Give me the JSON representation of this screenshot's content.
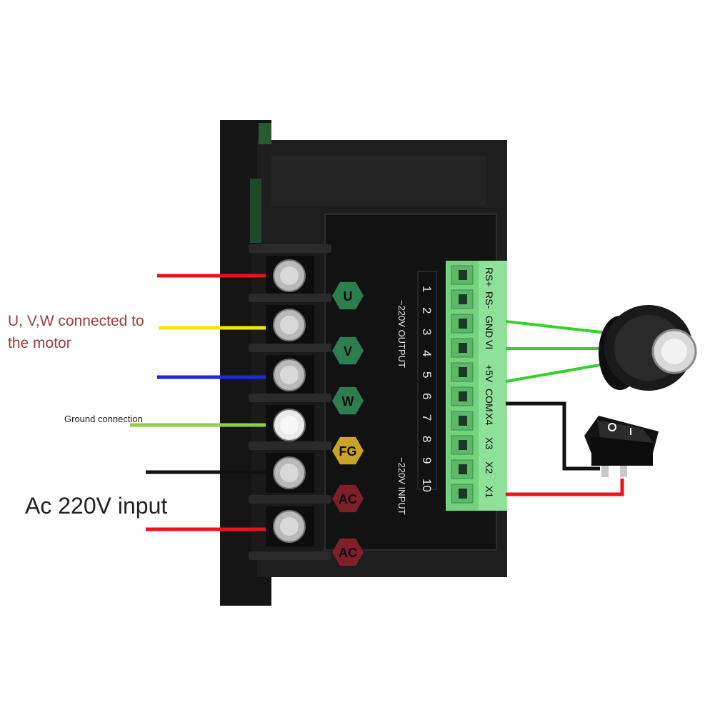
{
  "labels": {
    "motor_callout": "U, V,W connected to the motor",
    "ground_callout": "Ground connection",
    "input_callout": "Ac 220V input"
  },
  "power_terminal_block": {
    "badges": [
      "U",
      "V",
      "W",
      "FG",
      "AC",
      "AC"
    ],
    "output_label": "~220V OUTPUT",
    "input_label": "~220V INPUT",
    "pin_numbers": [
      "1",
      "2",
      "3",
      "4",
      "5",
      "6",
      "7",
      "8",
      "9",
      "10"
    ]
  },
  "signal_terminal_block": {
    "pins": [
      "RS+",
      "RS-",
      "GND",
      "VI",
      "+5V",
      "COM",
      "X4",
      "X3",
      "X2",
      "X1"
    ]
  },
  "wires": {
    "u": "#e8141a",
    "v": "#f2e60a",
    "w": "#1b2bd6",
    "ground": "#8fd13a",
    "ac_l": "#111111",
    "ac_n": "#e8141a",
    "pot": "#33d12a",
    "switch_com": "#111111",
    "switch_x1": "#e8141a"
  },
  "colors": {
    "badge_green": "#2e7d4f",
    "badge_yellow": "#c9a326",
    "badge_red": "#7e1f2a",
    "terminal_green": "#73d27e",
    "housing": "#1c1c1c"
  }
}
